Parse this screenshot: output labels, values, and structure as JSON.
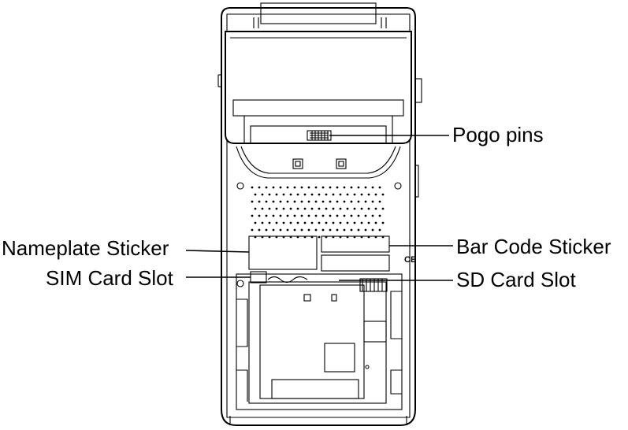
{
  "labels": {
    "pogo_pins": "Pogo pins",
    "nameplate_sticker": "Nameplate Sticker",
    "sim_card_slot": "SIM Card Slot",
    "bar_code_sticker": "Bar Code Sticker",
    "sd_card_slot": "SD Card Slot"
  },
  "marks": {
    "ce": "CE"
  }
}
